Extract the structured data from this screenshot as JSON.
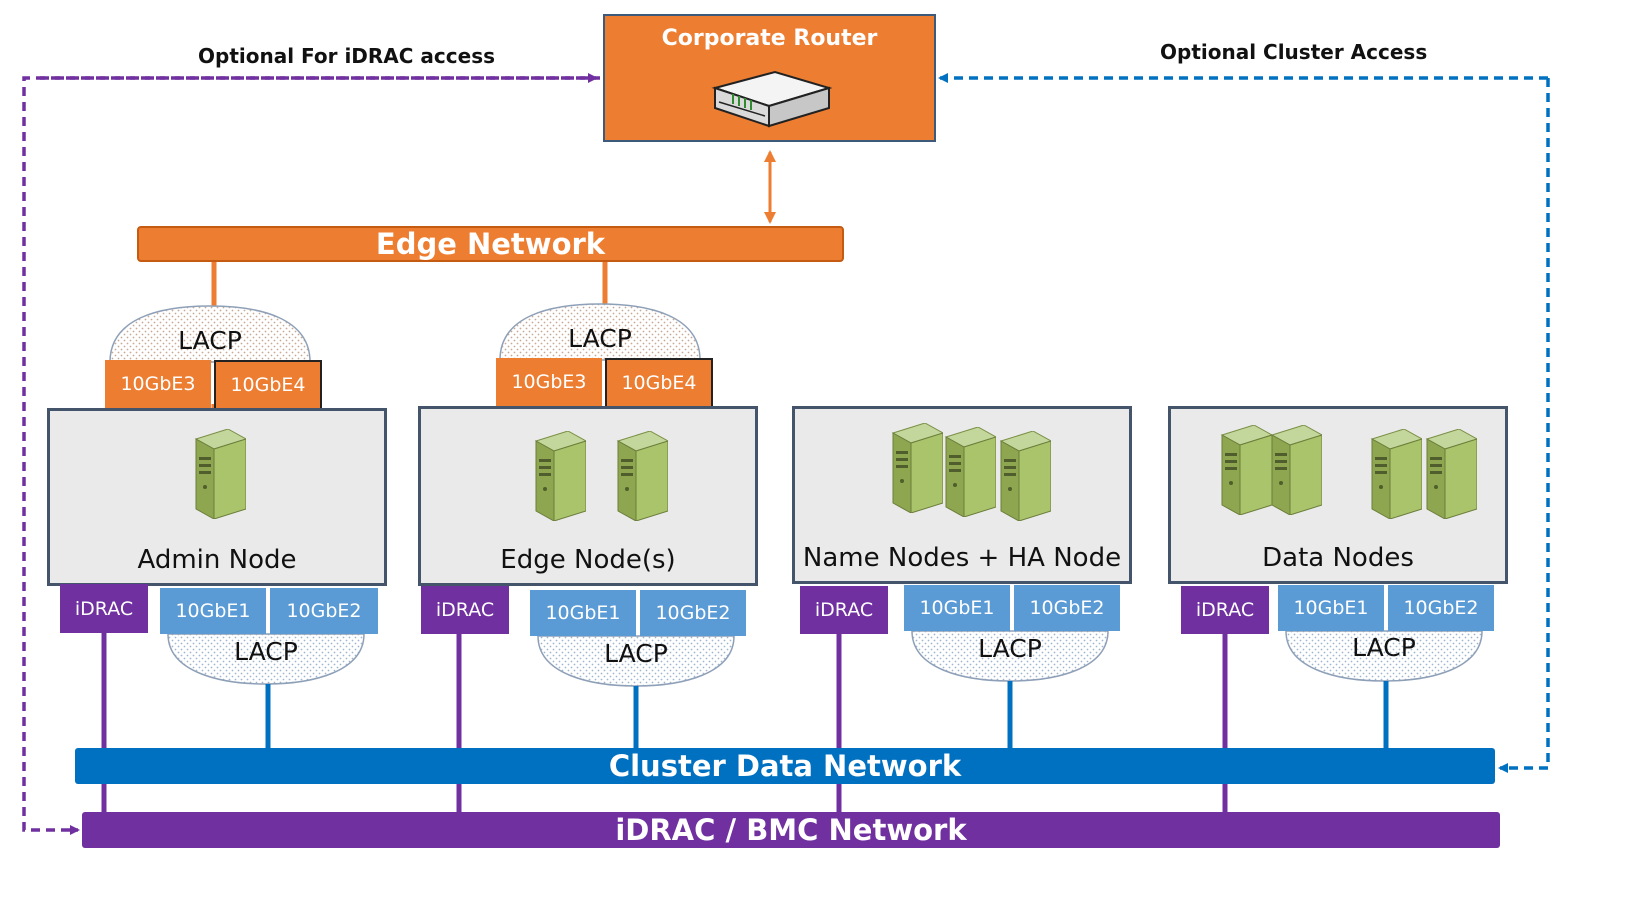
{
  "router": {
    "title": "Corporate Router"
  },
  "labels": {
    "idrac_access": "Optional For iDRAC access",
    "cluster_access": "Optional Cluster Access"
  },
  "networks": {
    "edge": "Edge Network",
    "cluster_data": "Cluster Data Network",
    "idrac_bmc": "iDRAC / BMC Network"
  },
  "lacp": "LACP",
  "nodes": [
    {
      "name": "Admin Node",
      "top_ports": [
        "10GbE3",
        "10GbE4"
      ],
      "idrac": "iDRAC",
      "bottom_ports": [
        "10GbE1",
        "10GbE2"
      ]
    },
    {
      "name": "Edge Node(s)",
      "top_ports": [
        "10GbE3",
        "10GbE4"
      ],
      "idrac": "iDRAC",
      "bottom_ports": [
        "10GbE1",
        "10GbE2"
      ]
    },
    {
      "name": "Name Nodes + HA Node",
      "idrac": "iDRAC",
      "bottom_ports": [
        "10GbE1",
        "10GbE2"
      ]
    },
    {
      "name": "Data Nodes",
      "idrac": "iDRAC",
      "bottom_ports": [
        "10GbE1",
        "10GbE2"
      ]
    }
  ],
  "colors": {
    "orange": "#ED7D31",
    "blue": "#0070C0",
    "light_blue": "#5B9BD5",
    "purple": "#7030A0",
    "node_fill": "#EAEAEA",
    "server_green": "#9BBB59"
  }
}
